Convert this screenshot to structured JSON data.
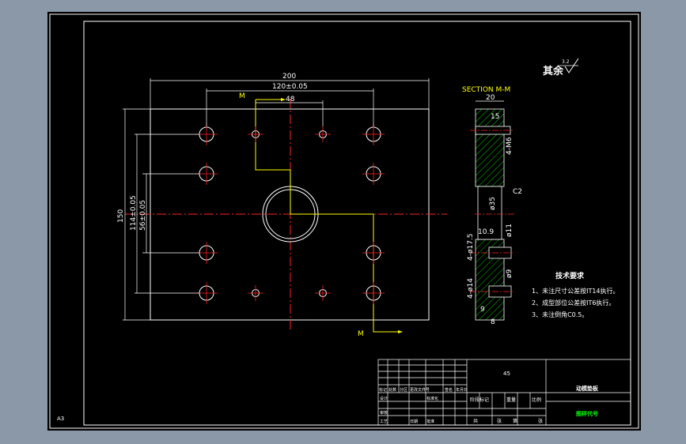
{
  "drawing": {
    "background": "#000000",
    "viewport_bg": "#8a98a8",
    "paper_size": "A3",
    "surface_finish": "其余",
    "roughness_value": "3.2",
    "dims": {
      "width_total": "200",
      "hole_span": "120±0.05",
      "hole_inner": "48",
      "height_total": "150",
      "v_span_outer": "114±0.05",
      "v_span_inner": "56±0.05",
      "section_marker": "M"
    },
    "section": {
      "title": "SECTION  M-M",
      "thickness": "20",
      "d_top": "15",
      "d_thread": "4-M6",
      "d_center": "ø35",
      "chamfer": "C2",
      "d_hole": "ø11",
      "d_step": "4-ø17.5",
      "d_small": "ø9",
      "d_cbore": "4-ø14",
      "d_top2": "10.9",
      "d_side": "9",
      "d_bottom": "8"
    },
    "notes": {
      "title": "技术要求",
      "items": [
        "1、未注尺寸公差按IT14执行。",
        "2、成型部位公差按IT6执行。",
        "3、未注倒角C0.5。"
      ]
    },
    "title_block": {
      "material": "45",
      "part_name": "动模垫板",
      "drawing_no": "图样代号",
      "r_labels": [
        "标记",
        "处数",
        "分区",
        "更改文件号",
        "签名",
        "年月日"
      ],
      "r_row2": [
        "设计",
        "标准化"
      ],
      "r_row3": [
        "审核"
      ],
      "r_row4": [
        "工艺",
        "批准"
      ],
      "mid_labels": [
        "阶段标记",
        "重量",
        "比例"
      ],
      "sheet": [
        "共",
        "张",
        "第",
        "张"
      ],
      "date_label": "日期"
    }
  }
}
